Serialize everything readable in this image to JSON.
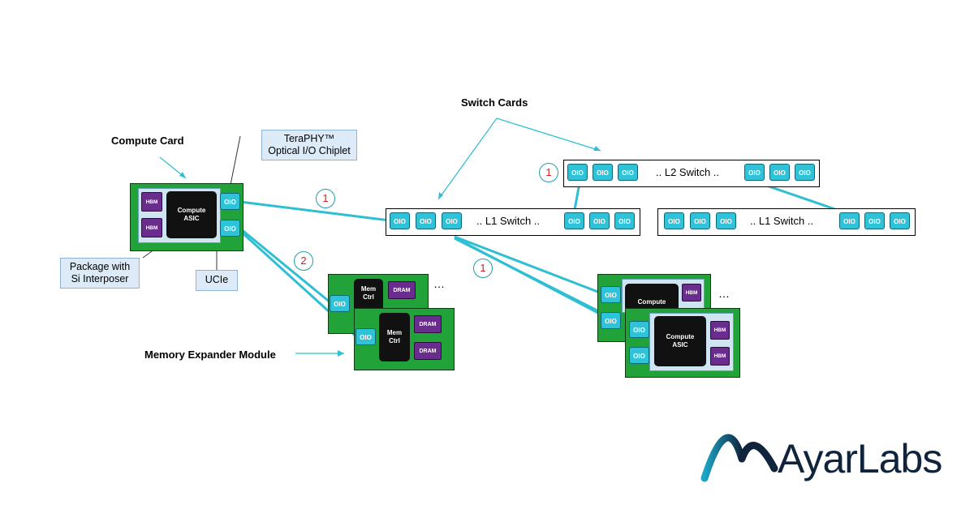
{
  "labels": {
    "compute_card": "Compute Card",
    "switch_cards": "Switch Cards",
    "memory_expander": "Memory Expander Module",
    "terraphy_line1": "TeraPHY™",
    "terraphy_line2": "Optical I/O Chiplet",
    "package_line1": "Package with",
    "package_line2": "Si Interposer",
    "ucie": "UCIe"
  },
  "chip": {
    "oio": "OIO",
    "hbm": "HBM",
    "dram": "DRAM",
    "compute_asic_line1": "Compute",
    "compute_asic_line2": "ASIC",
    "mem_ctrl_line1": "Mem",
    "mem_ctrl_line2": "Ctrl",
    "compute_partial": "Compute"
  },
  "switches": {
    "l2": ".. L2 Switch ..",
    "l1": ".. L1 Switch .."
  },
  "badges": {
    "one": "1",
    "two": "2"
  },
  "ellipsis": "…",
  "logo": {
    "text": "AyarLabs"
  },
  "colors": {
    "oio_fill": "#2ec3d8",
    "link_line": "#2ebfd2",
    "card_green": "#22a33a",
    "hbm_purple": "#6b2c8f",
    "logo_navy": "#10243d"
  }
}
